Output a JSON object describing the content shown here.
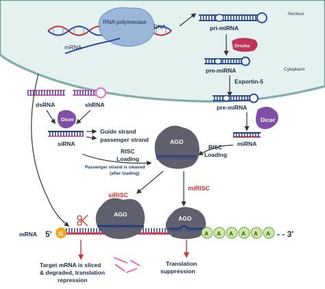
{
  "labels": {
    "nucleus": "Nucleus",
    "cytoplasm": "Cytoplasm",
    "rna_polymerase": "RNA polymerase",
    "dna": "DNA",
    "mrna_top": "mRNA",
    "pri_mirna": "pri-miRNA",
    "drosha": "Drosha",
    "pre_mirna_nucleus": "pre-miRNA",
    "exportin": "Exportin-5",
    "pre_mirna_cyto": "pre-miRNA",
    "dicer_right": "Dicer",
    "mirna": "miRNA",
    "dsrna": "dsRNA",
    "shrna": "shRNA",
    "dicer_left": "Dicer",
    "sirna": "siRNA",
    "guide_strand": "Guide strand",
    "passenger_strand": "passenger strand",
    "risc_loading_left_1": "RISC",
    "risc_loading_left_2": "Loading",
    "risc_loading_right_1": "RISC",
    "risc_loading_right_2": "Loading",
    "ago_center": "AGO",
    "passenger_cleaved_1": "Passenger strand is cleaved",
    "passenger_cleaved_2": "(after loading)",
    "sirisc": "siRISC",
    "mirisc": "miRISC",
    "ago_left": "AGO",
    "ago_right": "AGO",
    "mrna_bottom": "mRNA",
    "five_prime": "5'",
    "cap": "G",
    "poly_a": [
      "A",
      "A",
      "A",
      "A",
      "A",
      "A"
    ],
    "three_prime": "- - 3'",
    "target_sliced_1": "Target mRNA is sliced",
    "target_sliced_2": "& degraded, translation",
    "target_sliced_3": "repression",
    "translation_1": "Translation",
    "translation_2": "suppression"
  },
  "colors": {
    "nucleus_fill": "#e4f1ef",
    "nucleus_border": "#6f9f9a",
    "ago": "#5f5f6e",
    "rna_dark": "#1e3a78",
    "rna_pink": "#e069c8",
    "rna_red": "#cc3344",
    "dicer": "#8050a8",
    "drosha": "#c0345a",
    "polymerase": "#9ab6d8",
    "poly_a": "#cfe8a8",
    "cap": "#f0a820",
    "arrow_red": "#d2322d"
  }
}
